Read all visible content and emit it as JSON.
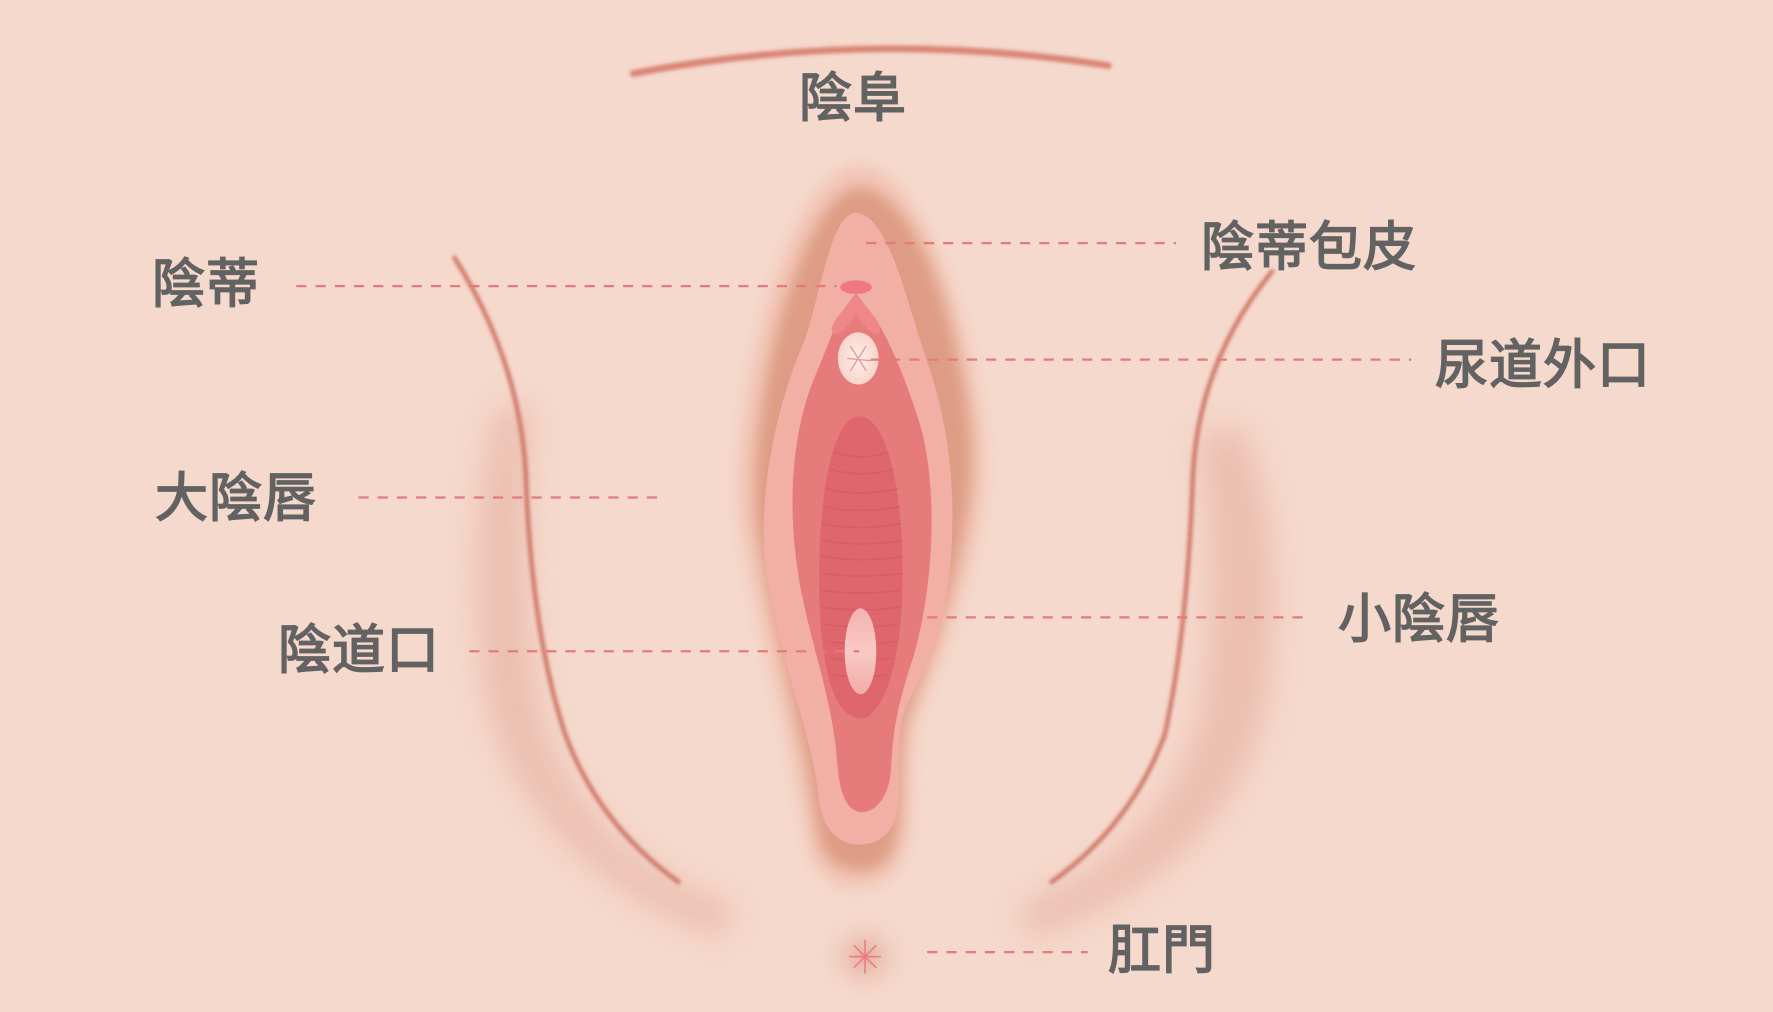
{
  "diagram": {
    "type": "anatomical-labeled-illustration",
    "background_color": "#F5D9CC",
    "label_color": "#636363",
    "leader_line_color": "#E47B7B",
    "colors": {
      "skin": "#F5D9CC",
      "skin_shadow": "#D98A7A",
      "outer_fold": "#F2C1B2",
      "labia_minora": "#F2AFA5",
      "inner_vestibule": "#E57B7B",
      "vaginal_ridge_area": "#E0666E",
      "clitoris": "#F07882",
      "urethra": "#FBE3DD",
      "opening_highlight": "#F5B8B4"
    }
  },
  "labels": {
    "mons_pubis": "陰阜",
    "clitoris": "陰蒂",
    "clitoral_hood": "陰蒂包皮",
    "urethral_opening": "尿道外口",
    "labia_majora": "大陰唇",
    "labia_minora": "小陰唇",
    "vaginal_opening": "陰道口",
    "anus": "肛門"
  }
}
